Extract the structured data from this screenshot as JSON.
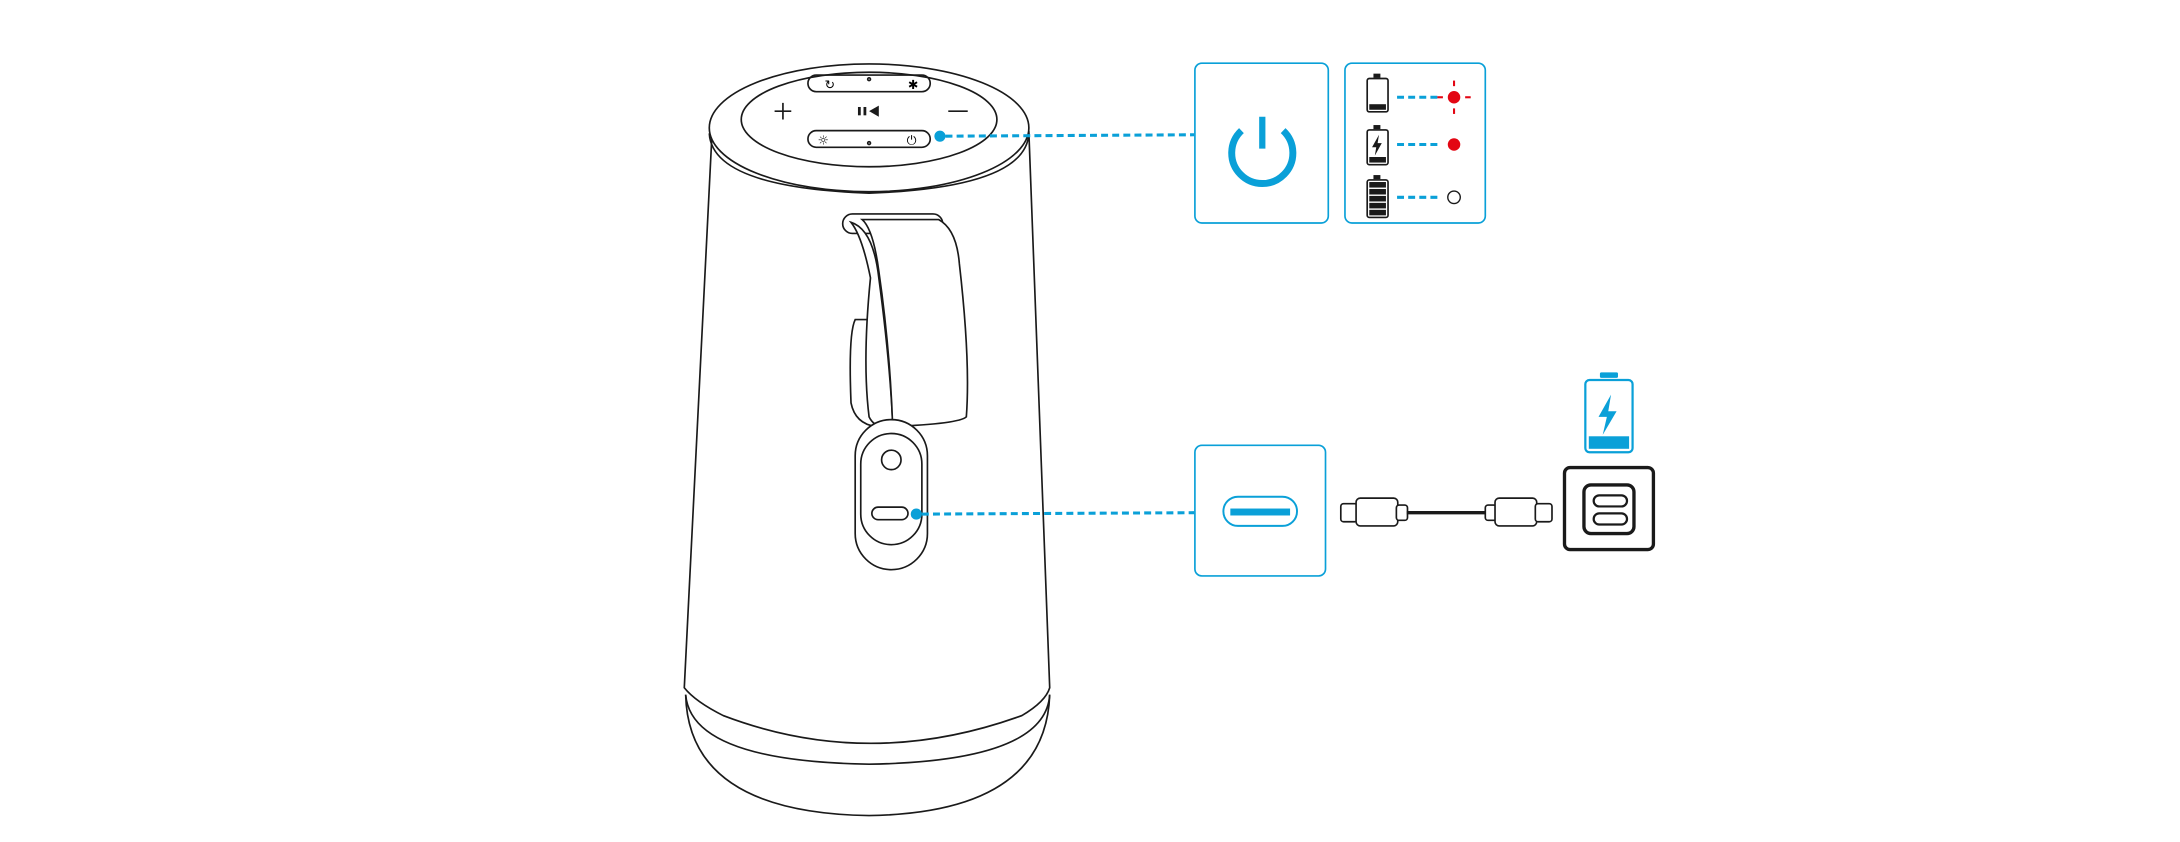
{
  "colors": {
    "accent": "#0aa0d8",
    "indicator_red": "#e30613",
    "line": "#1a1a1a"
  },
  "icons": {
    "power": "power-icon",
    "battery_low": "battery-low-icon",
    "battery_charging": "battery-charging-icon",
    "battery_full": "battery-full-icon",
    "usb_c_port": "usb-c-port-icon",
    "cable": "usb-c-cable-icon",
    "wall_adapter": "usb-c-wall-adapter-icon",
    "charging_battery": "charging-battery-icon"
  },
  "indicator_states": [
    {
      "battery": "low",
      "led": "blinking-red"
    },
    {
      "battery": "charging",
      "led": "solid-red"
    },
    {
      "battery": "full",
      "led": "off"
    }
  ]
}
